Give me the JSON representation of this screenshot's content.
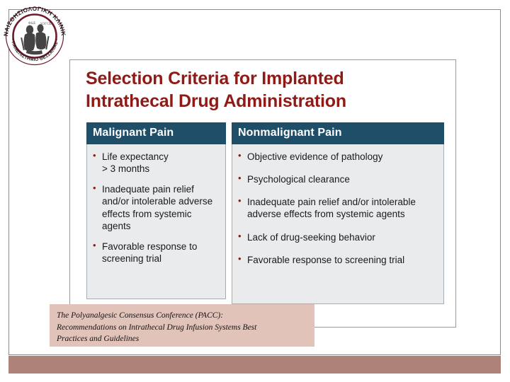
{
  "slide": {
    "title_line1": "Selection Criteria for Implanted",
    "title_line2": "Intrathecal Drug Administration",
    "title_color": "#8F1A16",
    "header_bg_color": "#1E4E68",
    "panel_bg_color": "#E9EBEC",
    "bullet_color": "#8F1A16",
    "caption_bg_color": "#E2C3B9",
    "bottom_bar_color": "#AD8279"
  },
  "logo": {
    "name": "university-anesthesiology-clinic-seal",
    "arc_top_text": "ΑΝΑΙΣΘΗΣΙΟΛΟΓΙΚΗ ΚΛΙΝΙΚΗ",
    "arc_bottom_text": "ΠΑΝΕΠΙΣΤΗΜΙΟ ΘΕΣΣΑΛΙΑΣ",
    "ring_color": "#6E1A2A"
  },
  "panels": [
    {
      "id": "malignant-pain",
      "header": "Malignant Pain",
      "items": [
        "Life expectancy\n> 3 months",
        "Inadequate pain relief and/or intolerable adverse effects from systemic agents",
        "Favorable response to screening trial"
      ]
    },
    {
      "id": "nonmalignant-pain",
      "header": "Nonmalignant Pain",
      "items": [
        "Objective evidence of pathology",
        "Psychological clearance",
        "Inadequate pain relief and/or intolerable adverse effects from systemic agents",
        "Lack of drug-seeking behavior",
        "Favorable response to screening trial"
      ]
    }
  ],
  "caption": {
    "line1": "The Polyanalgesic Consensus Conference (PACC):",
    "line2": "Recommendations on Intrathecal Drug Infusion Systems Best",
    "line3": "Practices and Guidelines"
  }
}
